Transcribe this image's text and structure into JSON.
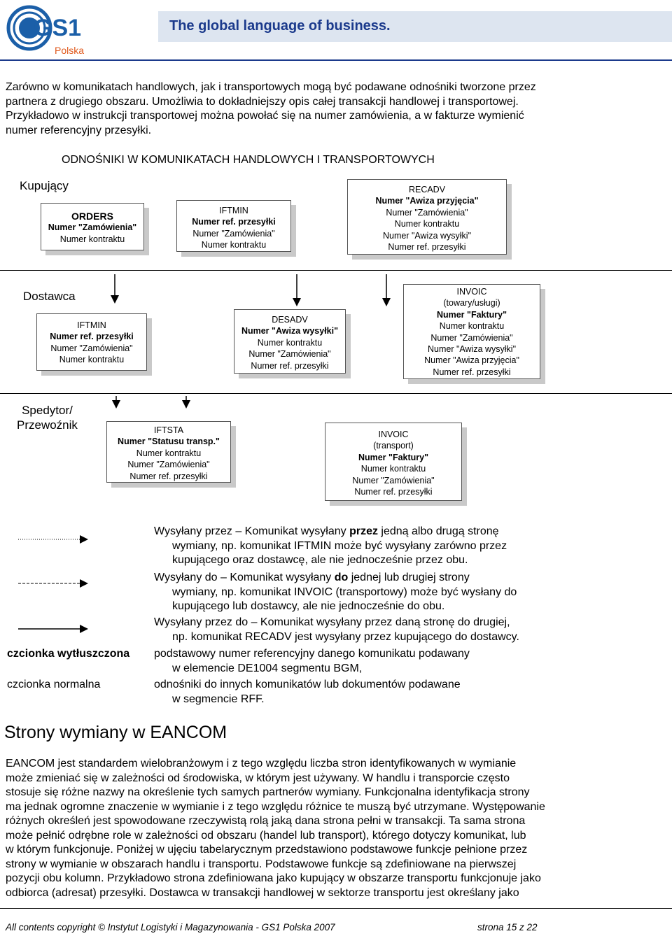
{
  "header": {
    "logo_text": "GS1",
    "logo_sub": "Polska",
    "tagline": "The global language of business."
  },
  "intro": [
    "Zarówno w komunikatach handlowych, jak i transportowych mogą być podawane odnośniki tworzone przez",
    "partnera z drugiego obszaru. Umożliwia to dokładniejszy opis całej transakcji handlowej i transportowej.",
    "Przykładowo w instrukcji transportowej można powołać się na numer zamówienia, a w fakturze wymienić",
    "numer referencyjny przesyłki."
  ],
  "diagram": {
    "title": "ODNOŚNIKI W KOMUNIKATACH HANDLOWYCH I TRANSPORTOWYCH",
    "lanes": [
      "Kupujący",
      "Dostawca",
      "Spedytor/",
      "Przewoźnik"
    ],
    "boxes": {
      "orders": [
        "ORDERS",
        "Numer \"Zamówienia\"",
        "Numer kontraktu"
      ],
      "iftmin_buyer": [
        "IFTMIN",
        "Numer ref. przesyłki",
        "Numer \"Zamówienia\"",
        "Numer kontraktu"
      ],
      "recadv": [
        "RECADV",
        "Numer \"Awiza przyjęcia\"",
        "Numer \"Zamówienia\"",
        "Numer kontraktu",
        "Numer \"Awiza wysyłki\"",
        "Numer ref. przesyłki"
      ],
      "iftmin_supplier": [
        "IFTMIN",
        "Numer ref. przesyłki",
        "Numer \"Zamówienia\"",
        "Numer kontraktu"
      ],
      "desadv": [
        "DESADV",
        "Numer \"Awiza wysyłki\"",
        "Numer kontraktu",
        "Numer \"Zamówienia\"",
        "Numer ref. przesyłki"
      ],
      "invoic_goods": [
        "INVOIC",
        "(towary/usługi)",
        "Numer \"Faktury\"",
        "Numer kontraktu",
        "Numer \"Zamówienia\"",
        "Numer \"Awiza wysyłki\"",
        "Numer \"Awiza przyjęcia\"",
        "Numer ref. przesyłki"
      ],
      "iftsta": [
        "IFTSTA",
        "Numer \"Statusu transp.\"",
        "Numer kontraktu",
        "Numer \"Zamówienia\"",
        "Numer ref. przesyłki"
      ],
      "invoic_transport": [
        "INVOIC",
        "(transport)",
        "Numer \"Faktury\"",
        "Numer kontraktu",
        "Numer \"Zamówienia\"",
        "Numer ref. przesyłki"
      ]
    }
  },
  "legend": {
    "dotted": [
      "Wysyłany przez – Komunikat wysyłany ",
      "przez",
      " jedną albo drugą stronę",
      "wymiany, np. komunikat IFTMIN może być wysyłany zarówno przez",
      "kupującego oraz dostawcę, ale nie jednocześnie przez obu."
    ],
    "dashed": [
      "Wysyłany do – Komunikat wysyłany ",
      "do",
      " jednej lub drugiej strony",
      "wymiany, np. komunikat INVOIC (transportowy) może być wysłany do",
      "kupującego lub dostawcy, ale nie jednocześnie do obu."
    ],
    "solid": [
      "Wysyłany przez do – Komunikat wysyłany przez daną stronę do drugiej,",
      "np. komunikat RECADV jest wysyłany przez kupującego do dostawcy."
    ],
    "bold_label": "czcionka wytłuszczona",
    "bold_text": [
      "podstawowy numer referencyjny danego komunikatu podawany",
      "w elemencie DE1004 segmentu BGM,"
    ],
    "normal_label": "czcionka normalna",
    "normal_text": [
      "odnośniki do innych komunikatów lub dokumentów podawane",
      "w segmencie RFF."
    ]
  },
  "section": {
    "heading": "Strony wymiany w EANCOM",
    "body": [
      "EANCOM jest standardem wielobranżowym i z tego względu liczba stron identyfikowanych w wymianie",
      "może zmieniać się w zależności od środowiska, w którym jest używany. W handlu i transporcie często",
      "stosuje się różne nazwy na określenie tych samych partnerów wymiany. Funkcjonalna identyfikacja strony",
      "ma jednak ogromne znaczenie w wymianie i z tego względu różnice te muszą być utrzymane. Występowanie",
      "różnych określeń jest spowodowane rzeczywistą rolą jaką dana strona pełni w transakcji. Ta sama strona",
      "może pełnić odrębne role w zależności od obszaru (handel lub transport), którego dotyczy komunikat, lub",
      "w którym funkcjonuje. Poniżej w ujęciu tabelarycznym przedstawiono podstawowe funkcje pełnione przez",
      "strony w wymianie w obszarach handlu i transportu. Podstawowe funkcje są zdefiniowane na pierwszej",
      "pozycji obu kolumn. Przykładowo strona zdefiniowana jako kupujący w obszarze transportu funkcjonuje jako",
      "odbiorca (adresat) przesyłki. Dostawca w transakcji handlowej w sektorze transportu jest określany jako"
    ]
  },
  "footer": {
    "copyright": "All contents copyright © Instytut Logistyki i Magazynowania - GS1 Polska 2007",
    "page": "strona 15 z 22"
  }
}
